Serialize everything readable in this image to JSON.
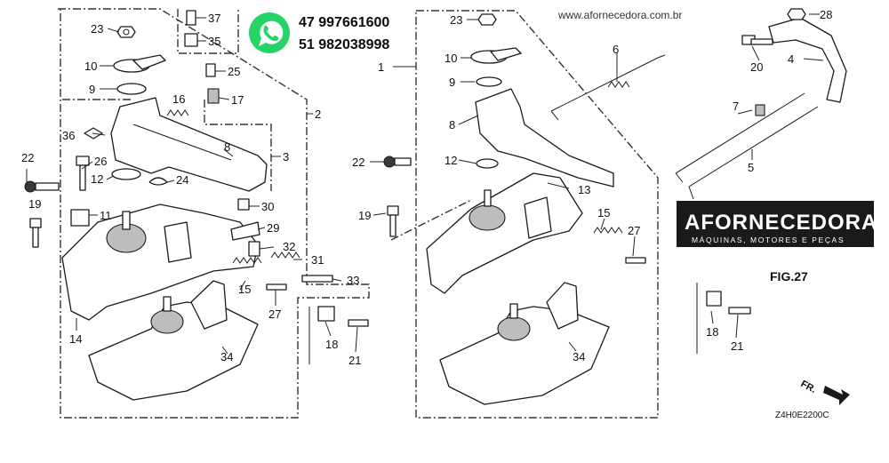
{
  "contact": {
    "phone1": "47 997661600",
    "phone2": "51 982038998",
    "website": "www.afornecedora.com.br"
  },
  "logo": {
    "name": "AFORNECEDORA",
    "tagline": "MÁQUINAS, MOTORES E PEÇAS"
  },
  "figure": {
    "label": "FIG.27",
    "code": "Z4H0E2200C",
    "direction": "FR."
  },
  "callouts": {
    "left": [
      "23",
      "10",
      "9",
      "16",
      "36",
      "22",
      "19",
      "26",
      "12",
      "11",
      "24",
      "8",
      "30",
      "29",
      "32",
      "31",
      "33",
      "15",
      "27",
      "14",
      "34",
      "18",
      "21",
      "37",
      "35",
      "25",
      "17",
      "3",
      "2"
    ],
    "right": [
      "1",
      "23",
      "10",
      "9",
      "8",
      "12",
      "22",
      "19",
      "13",
      "15",
      "27",
      "34",
      "6",
      "7",
      "5",
      "28",
      "20",
      "4",
      "18",
      "21"
    ]
  }
}
